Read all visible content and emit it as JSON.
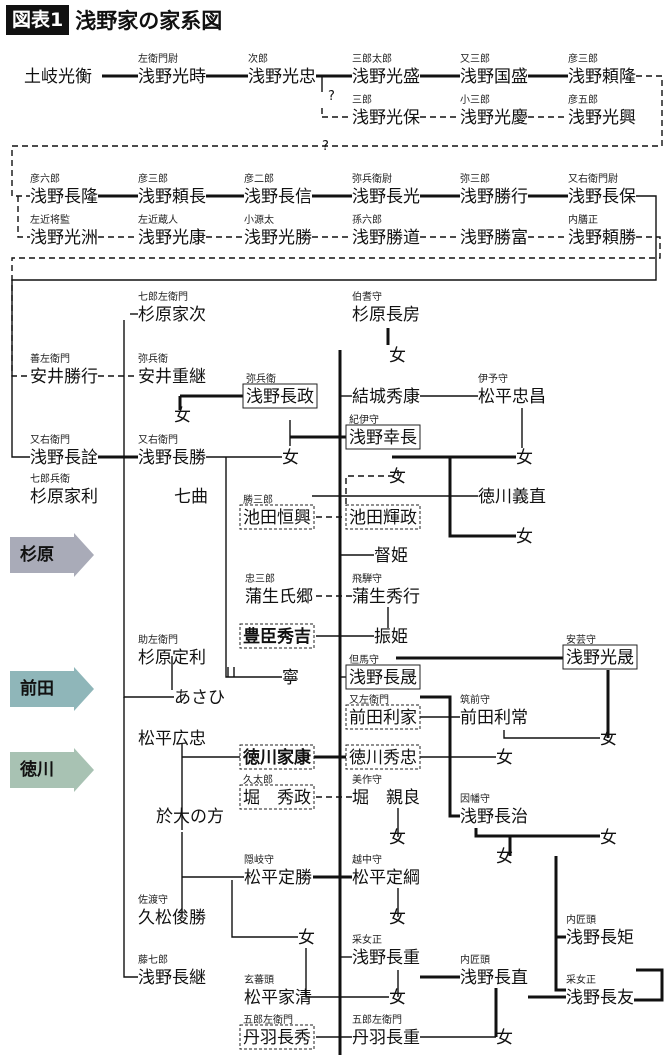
{
  "header": {
    "tag": "図表1",
    "title": "浅野家の家系図"
  },
  "sections": [
    {
      "id": "sugihara",
      "label": "杉原",
      "color": "#a9abb8"
    },
    {
      "id": "maeda",
      "label": "前田",
      "color": "#8fb6b9"
    },
    {
      "id": "tokugawa",
      "label": "徳川",
      "color": "#a8c2b3"
    }
  ],
  "persons": [
    {
      "id": "toki",
      "name": "土岐光衡"
    },
    {
      "id": "mitsutoki",
      "title": "左衛門尉",
      "name": "浅野光時"
    },
    {
      "id": "mitsutada",
      "title": "次郎",
      "name": "浅野光忠"
    },
    {
      "id": "mitsumori",
      "title": "三郎太郎",
      "name": "浅野光盛"
    },
    {
      "id": "kunimori",
      "title": "又三郎",
      "name": "浅野国盛"
    },
    {
      "id": "yoritaka",
      "title": "彦三郎",
      "name": "浅野頼隆"
    },
    {
      "id": "mitsuyasu",
      "title": "三郎",
      "name": "浅野光保"
    },
    {
      "id": "mitsuyoshi",
      "title": "小三郎",
      "name": "浅野光慶"
    },
    {
      "id": "mitsuoki",
      "title": "彦五郎",
      "name": "浅野光興"
    },
    {
      "id": "nagataka",
      "title": "彦六郎",
      "name": "浅野長隆"
    },
    {
      "id": "yorinaga",
      "title": "彦三郎",
      "name": "浅野頼長"
    },
    {
      "id": "naganobu",
      "title": "彦二郎",
      "name": "浅野長信"
    },
    {
      "id": "nagamitsu",
      "title": "弥兵衛尉",
      "name": "浅野長光"
    },
    {
      "id": "katsuyuki",
      "title": "弥三郎",
      "name": "浅野勝行"
    },
    {
      "id": "nagayasu",
      "title": "又右衛門尉",
      "name": "浅野長保"
    },
    {
      "id": "mitsukuni",
      "title": "左近将監",
      "name": "浅野光洲"
    },
    {
      "id": "mitsuyasu2",
      "title": "左近蔵人",
      "name": "浅野光康"
    },
    {
      "id": "mitsukatsu",
      "title": "小源太",
      "name": "浅野光勝"
    },
    {
      "id": "katsumichi",
      "title": "孫六郎",
      "name": "浅野勝道"
    },
    {
      "id": "katsutomi",
      "name": "浅野勝富"
    },
    {
      "id": "yorikatsu",
      "title": "内膳正",
      "name": "浅野頼勝"
    },
    {
      "id": "ietsugu",
      "title": "七郎左衛門",
      "name": "杉原家次"
    },
    {
      "id": "nagafusa",
      "title": "伯耆守",
      "name": "杉原長房"
    },
    {
      "id": "f1",
      "name": "女"
    },
    {
      "id": "yasui_katsuyuki",
      "title": "善左衛門",
      "name": "安井勝行"
    },
    {
      "id": "shigetsugu",
      "title": "弥兵衛",
      "name": "安井重継"
    },
    {
      "id": "nagamasa",
      "title": "弥兵衛",
      "name": "浅野長政"
    },
    {
      "id": "hideyasu",
      "name": "結城秀康"
    },
    {
      "id": "tadamasa",
      "title": "伊予守",
      "name": "松平忠昌"
    },
    {
      "id": "f2",
      "name": "女"
    },
    {
      "id": "yoshinaga",
      "title": "紀伊守",
      "name": "浅野幸長"
    },
    {
      "id": "nagaakira",
      "title": "又右衛門",
      "name": "浅野長詮"
    },
    {
      "id": "nagakatsu",
      "title": "又右衛門",
      "name": "浅野長勝"
    },
    {
      "id": "f3",
      "name": "女"
    },
    {
      "id": "f4",
      "name": "女"
    },
    {
      "id": "ieri",
      "title": "七郎兵衛",
      "name": "杉原家利"
    },
    {
      "id": "shichikyoku",
      "name": "七曲"
    },
    {
      "id": "f5",
      "name": "女"
    },
    {
      "id": "yoshinao",
      "name": "徳川義直"
    },
    {
      "id": "tsuneoki",
      "title": "勝三郎",
      "name": "池田恒興"
    },
    {
      "id": "terumasa",
      "name": "池田輝政"
    },
    {
      "id": "f6",
      "name": "女"
    },
    {
      "id": "tokuhime",
      "name": "督姫"
    },
    {
      "id": "ujisato",
      "title": "忠三郎",
      "name": "蒲生氏郷"
    },
    {
      "id": "hideyuki",
      "title": "飛騨守",
      "name": "蒲生秀行"
    },
    {
      "id": "hideyoshi",
      "name": "豊臣秀吉"
    },
    {
      "id": "furihime",
      "name": "振姫"
    },
    {
      "id": "sadatoshi",
      "title": "助左衛門",
      "name": "杉原定利"
    },
    {
      "id": "nei",
      "name": "寧"
    },
    {
      "id": "mitsuakira",
      "title": "安芸守",
      "name": "浅野光晟"
    },
    {
      "id": "nagaakira2",
      "title": "但馬守",
      "name": "浅野長晟"
    },
    {
      "id": "asahi",
      "name": "あさひ"
    },
    {
      "id": "toshiie",
      "title": "又左衛門",
      "name": "前田利家"
    },
    {
      "id": "toshitsune",
      "title": "筑前守",
      "name": "前田利常"
    },
    {
      "id": "f7",
      "name": "女"
    },
    {
      "id": "hirotada",
      "name": "松平広忠"
    },
    {
      "id": "ieyasu",
      "name": "徳川家康"
    },
    {
      "id": "hidetada",
      "name": "徳川秀忠"
    },
    {
      "id": "f8",
      "name": "女"
    },
    {
      "id": "hidemasa",
      "title": "久太郎",
      "name": "堀　秀政"
    },
    {
      "id": "chikayoshi",
      "title": "美作守",
      "name": "堀　親良"
    },
    {
      "id": "odai",
      "name": "於大の方"
    },
    {
      "id": "f9",
      "name": "女"
    },
    {
      "id": "naganao",
      "title": "因幡守",
      "name": "浅野長治"
    },
    {
      "id": "f10",
      "name": "女"
    },
    {
      "id": "f11",
      "name": "女"
    },
    {
      "id": "sadakatsu",
      "title": "隠岐守",
      "name": "松平定勝"
    },
    {
      "id": "sadatsuna",
      "title": "越中守",
      "name": "松平定綱"
    },
    {
      "id": "toshikatsu",
      "title": "佐渡守",
      "name": "久松俊勝"
    },
    {
      "id": "f12",
      "name": "女"
    },
    {
      "id": "f13",
      "name": "女"
    },
    {
      "id": "naganori",
      "title": "内匠頭",
      "name": "浅野長矩"
    },
    {
      "id": "nagatsugu",
      "title": "藤七郎",
      "name": "浅野長継"
    },
    {
      "id": "nagashige",
      "title": "采女正",
      "name": "浅野長重"
    },
    {
      "id": "naganao2",
      "title": "内匠頭",
      "name": "浅野長直"
    },
    {
      "id": "nagatomo",
      "title": "采女正",
      "name": "浅野長友"
    },
    {
      "id": "iekiyo",
      "title": "玄蕃頭",
      "name": "松平家清"
    },
    {
      "id": "f14",
      "name": "女"
    },
    {
      "id": "nagahide",
      "title": "五郎左衛門",
      "name": "丹羽長秀"
    },
    {
      "id": "nagashige2",
      "title": "五郎左衛門",
      "name": "丹羽長重"
    },
    {
      "id": "f15",
      "name": "女"
    }
  ],
  "unknown_marks": [
    "?",
    "?"
  ]
}
